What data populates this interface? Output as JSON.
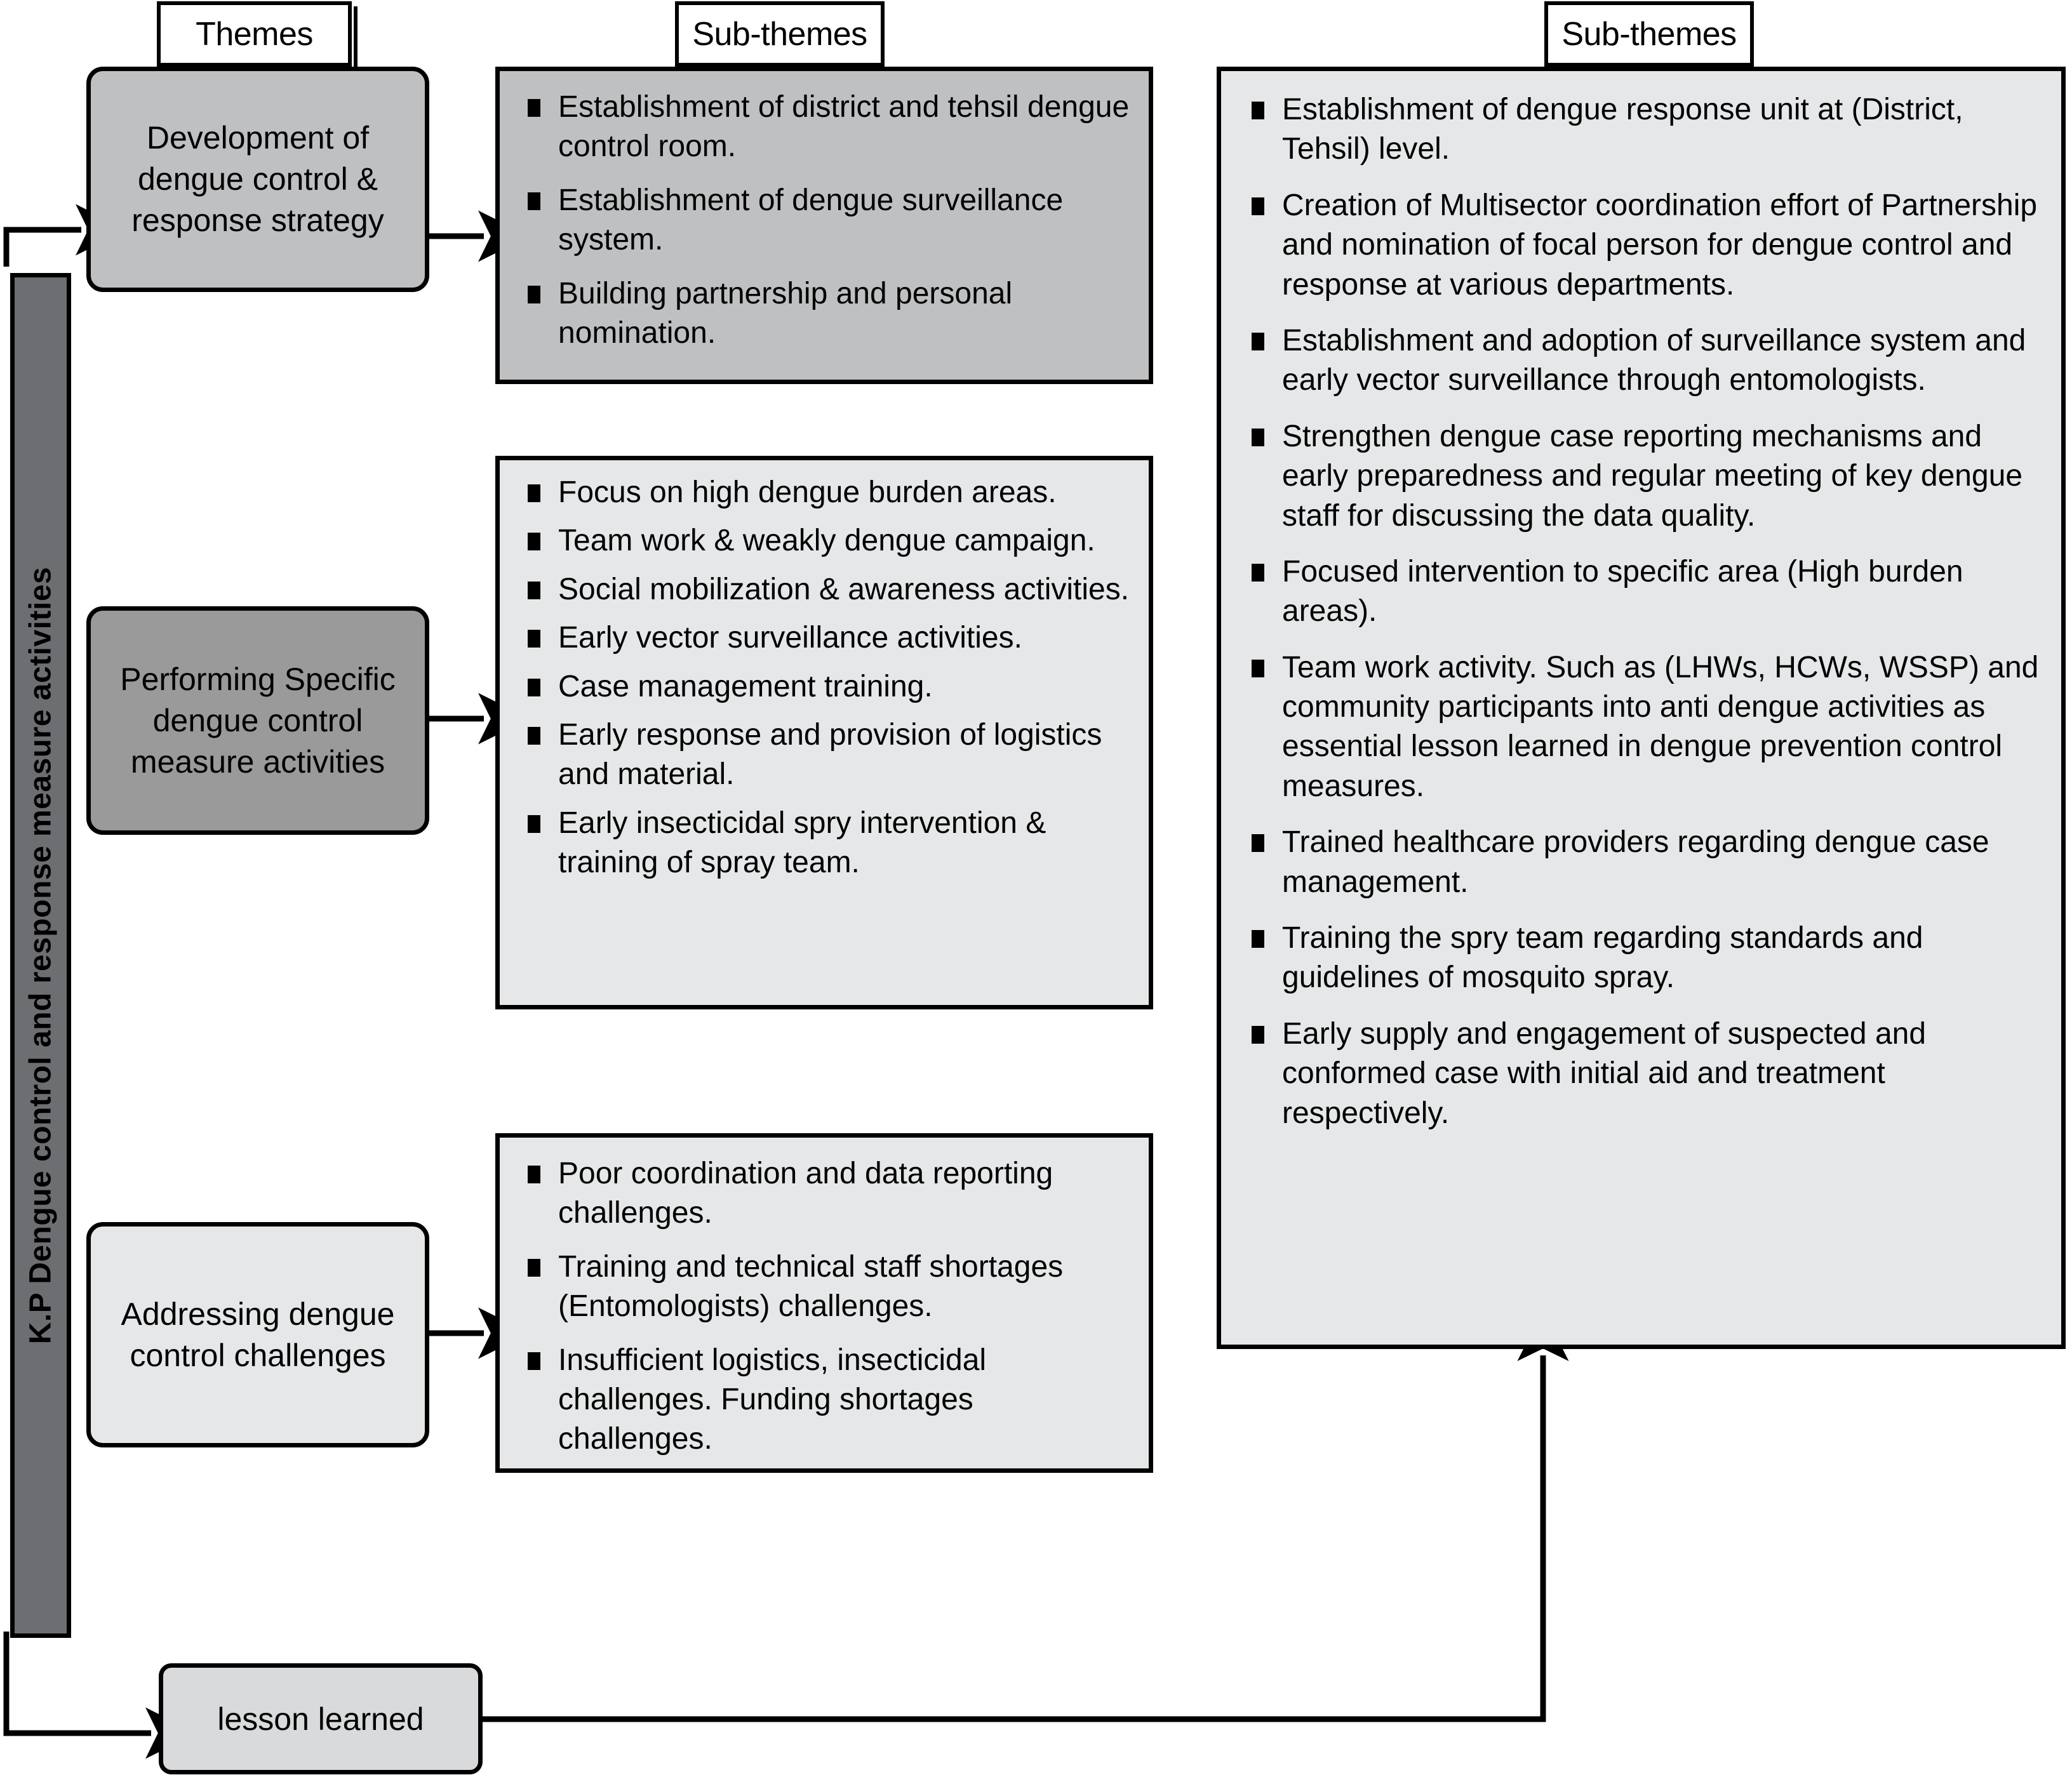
{
  "headers": {
    "themes": "Themes",
    "subthemes_mid": "Sub-themes",
    "subthemes_right": "Sub-themes"
  },
  "spine": {
    "label": "K.P Dengue control and response measure activities"
  },
  "lesson": {
    "label": "lesson learned"
  },
  "themes": [
    {
      "label": "Development of dengue control & response strategy"
    },
    {
      "label": "Performing Specific dengue control measure activities"
    },
    {
      "label": "Addressing dengue control challenges"
    }
  ],
  "subthemes_mid": [
    {
      "items": [
        "Establishment of district and tehsil dengue control room.",
        "Establishment of dengue surveillance system.",
        "Building partnership and personal nomination."
      ]
    },
    {
      "items": [
        "Focus on high dengue burden areas.",
        "Team work & weakly dengue campaign.",
        "Social mobilization & awareness activities.",
        "Early vector surveillance activities.",
        "Case management training.",
        "Early response and provision of logistics and material.",
        "Early insecticidal spry intervention & training of spray team."
      ]
    },
    {
      "items": [
        "Poor coordination and data reporting challenges.",
        "Training and technical staff shortages (Entomologists) challenges.",
        "Insufficient logistics, insecticidal challenges. Funding shortages challenges."
      ]
    }
  ],
  "subthemes_right": {
    "items": [
      "Establishment of dengue response unit at (District, Tehsil) level.",
      "Creation of Multisector coordination effort of Partnership and nomination of focal person for dengue control and response at various departments.",
      "Establishment and adoption of surveillance system and early vector surveillance through entomologists.",
      "Strengthen dengue case reporting mechanisms and early preparedness and regular meeting of key dengue staff for discussing the data quality.",
      "Focused intervention to specific area (High burden areas).",
      "Team work activity. Such as (LHWs, HCWs, WSSP) and community participants into anti dengue activities as essential lesson learned in dengue prevention control measures.",
      "Trained healthcare providers regarding dengue case management.",
      "Training the spry team regarding standards and guidelines of mosquito spray.",
      "Early supply and engagement of suspected and conformed case with initial aid and treatment respectively."
    ]
  },
  "colors": {
    "spine_fill": "#6d6e71",
    "theme1_fill": "#bfc0c2",
    "theme2_fill": "#9a9a9a",
    "theme3_fill": "#e6e7e8",
    "sub_dark_fill": "#bfc0c2",
    "sub_light_fill": "#e6e7e8",
    "lesson_fill": "#d9dadb",
    "stroke": "#000000"
  }
}
